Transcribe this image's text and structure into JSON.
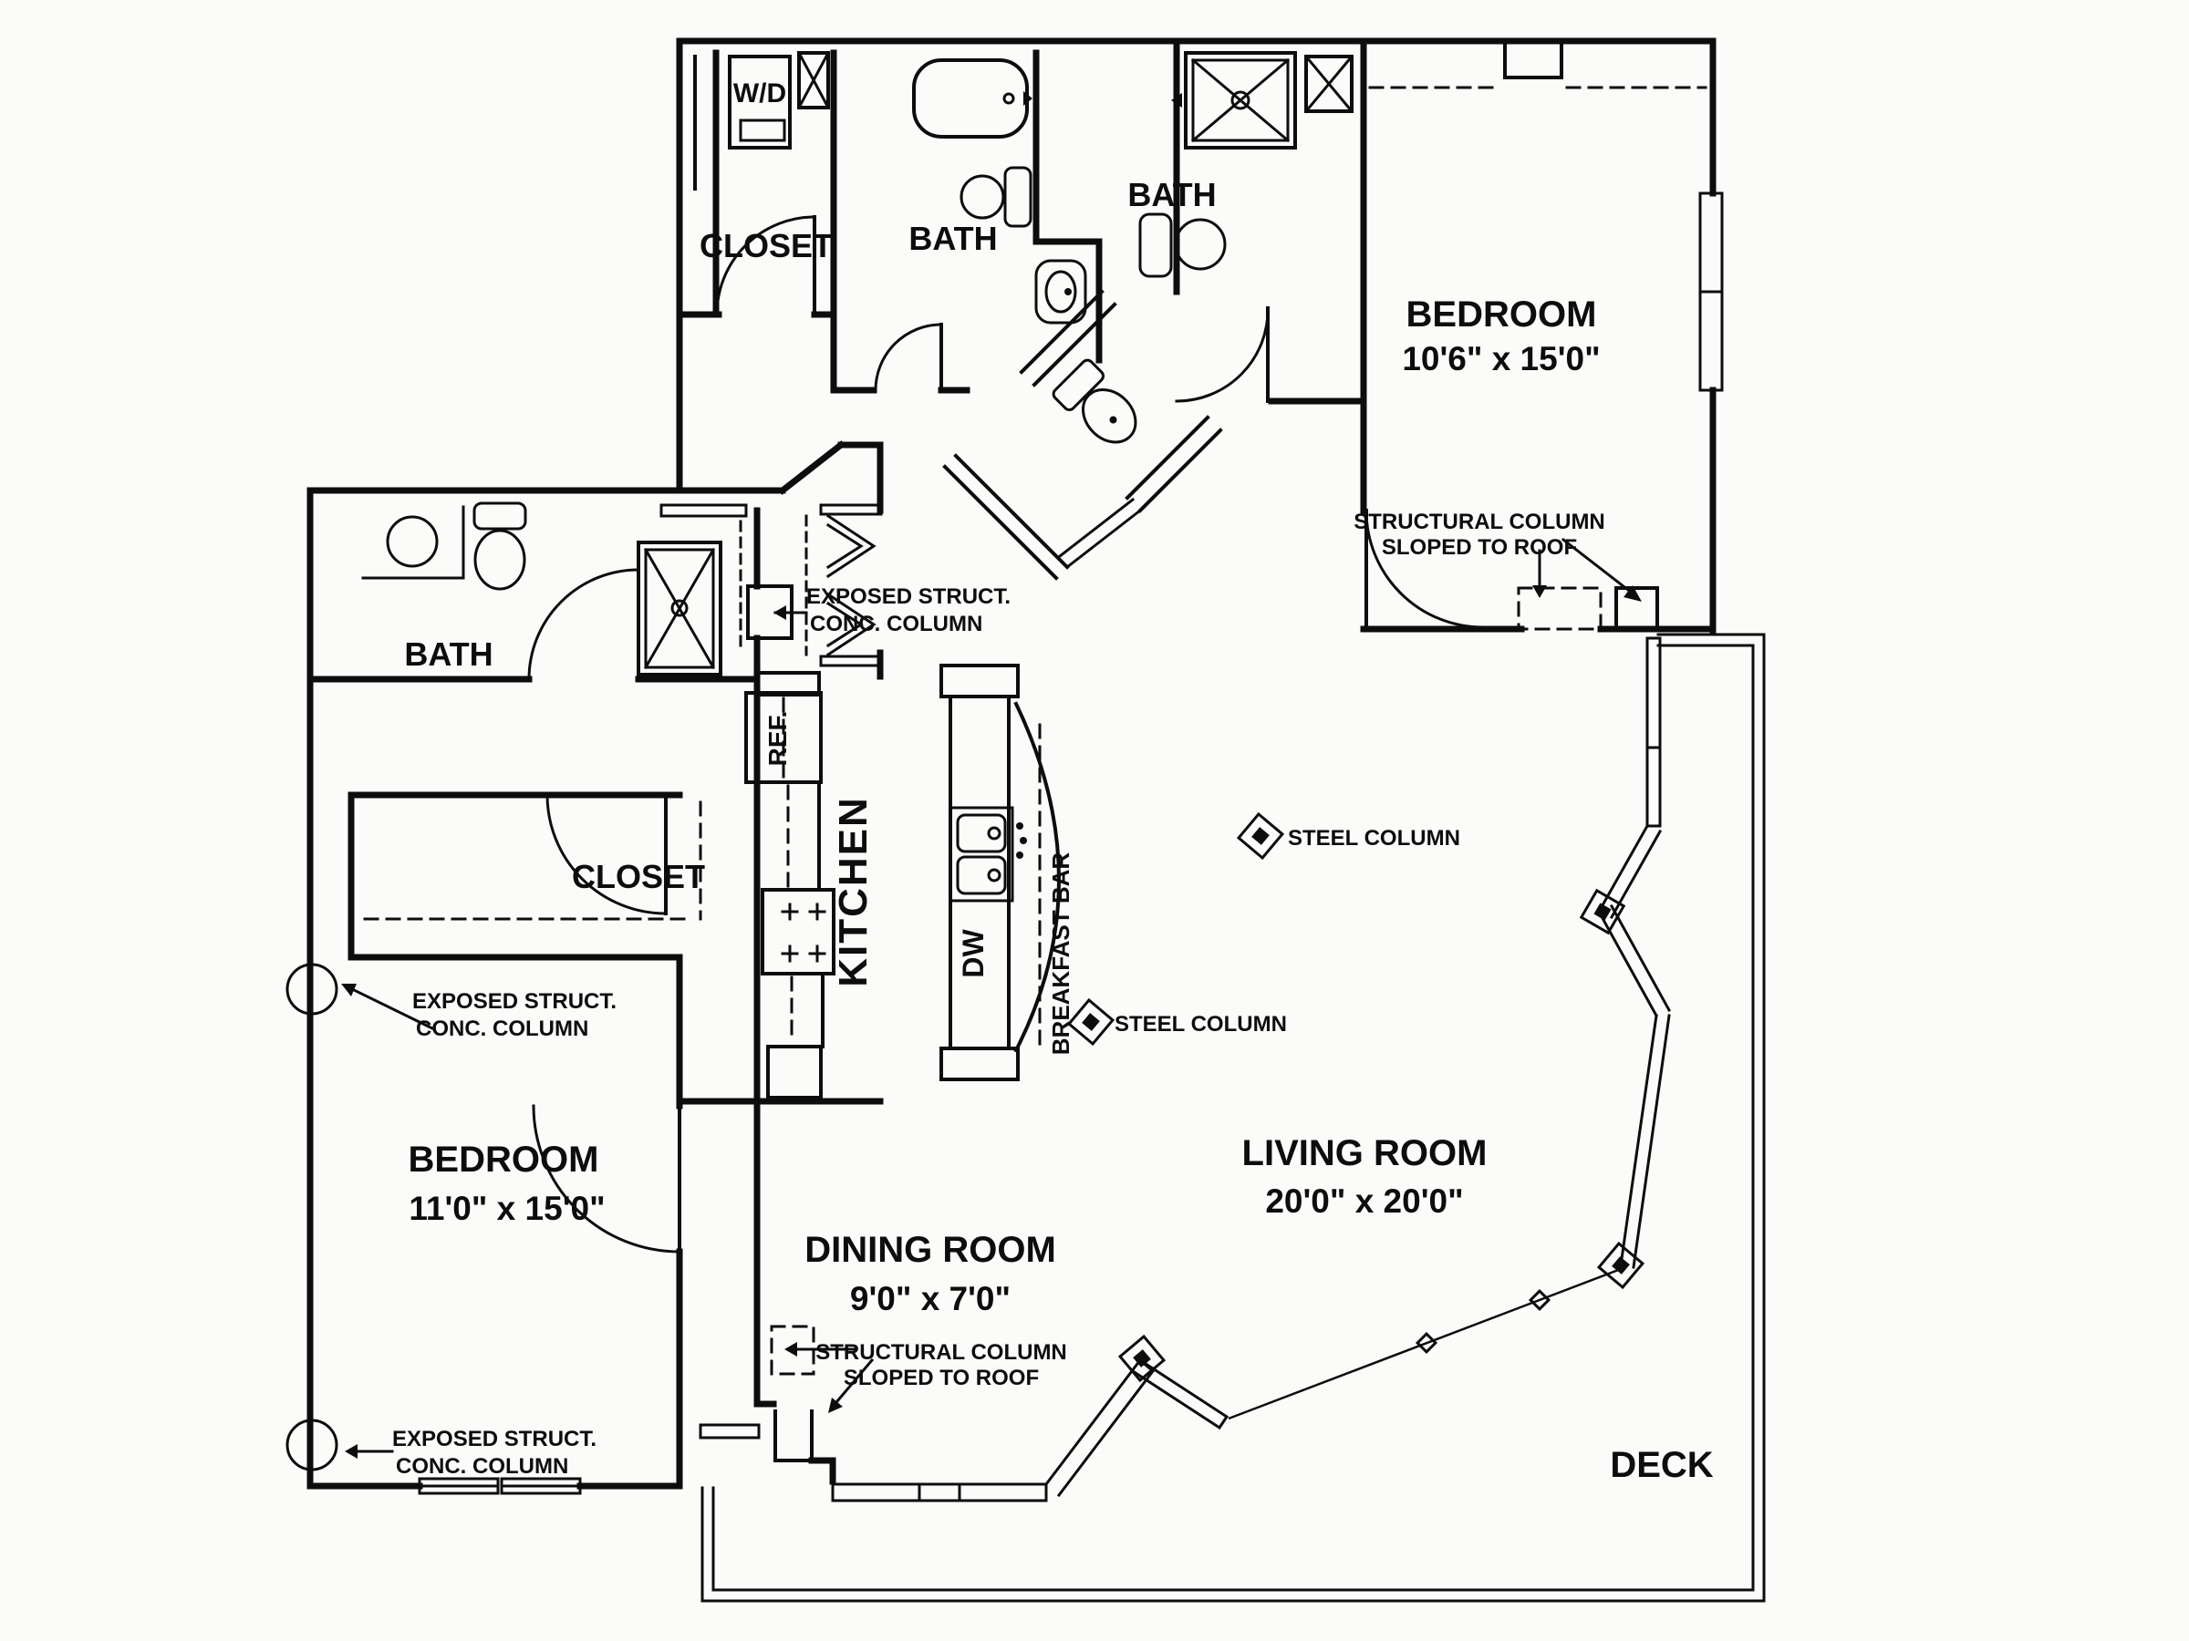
{
  "plan": {
    "rooms": {
      "closet_top": "CLOSET",
      "bath_mid": "BATH",
      "bath_right": "BATH",
      "bath_left": "BATH",
      "closet_left": "CLOSET",
      "kitchen": "KITCHEN",
      "deck": "DECK",
      "bedroom_right": {
        "label": "BEDROOM",
        "dims": "10'6\" x 15'0\""
      },
      "bedroom_left": {
        "label": "BEDROOM",
        "dims": "11'0\" x 15'0\""
      },
      "dining": {
        "label": "DINING ROOM",
        "dims": "9'0\" x 7'0\""
      },
      "living": {
        "label": "LIVING ROOM",
        "dims": "20'0\" x 20'0\""
      }
    },
    "fixtures": {
      "washer_dryer": "W/D",
      "refrigerator": "REF.",
      "dishwasher": "DW",
      "breakfast_bar": "BREAKFAST BAR"
    },
    "annotations": {
      "steel_column_upper": "STEEL COLUMN",
      "steel_column_lower": "STEEL COLUMN",
      "exposed_column_mid": {
        "line1": "EXPOSED STRUCT.",
        "line2": "CONC. COLUMN"
      },
      "exposed_column_left": {
        "line1": "EXPOSED STRUCT.",
        "line2": "CONC. COLUMN"
      },
      "exposed_column_bottom": {
        "line1": "EXPOSED STRUCT.",
        "line2": "CONC. COLUMN"
      },
      "structural_column_top": {
        "line1": "STRUCTURAL COLUMN",
        "line2": "SLOPED TO ROOF"
      },
      "structural_column_dining": {
        "line1": "STRUCTURAL COLUMN",
        "line2": "SLOPED TO ROOF"
      }
    },
    "colors": {
      "line": "#0d0d0d",
      "background": "#fbfbfa"
    }
  }
}
